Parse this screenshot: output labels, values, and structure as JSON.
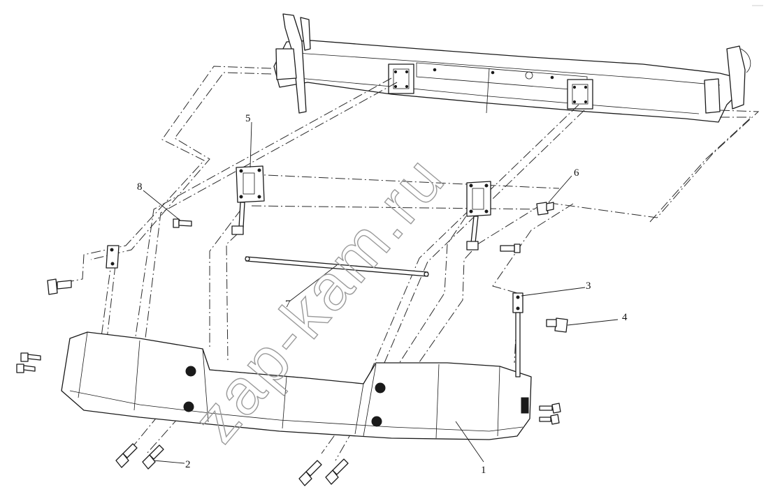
{
  "diagram": {
    "callouts": [
      {
        "id": "1",
        "label": "1"
      },
      {
        "id": "2",
        "label": "2"
      },
      {
        "id": "3",
        "label": "3"
      },
      {
        "id": "4",
        "label": "4"
      },
      {
        "id": "5",
        "label": "5"
      },
      {
        "id": "6",
        "label": "6"
      },
      {
        "id": "7",
        "label": "7"
      },
      {
        "id": "8",
        "label": "8"
      }
    ],
    "watermark": "zap-kam.ru",
    "line_color": "#1a1a1a",
    "watermark_color": "#9a9a9a"
  }
}
